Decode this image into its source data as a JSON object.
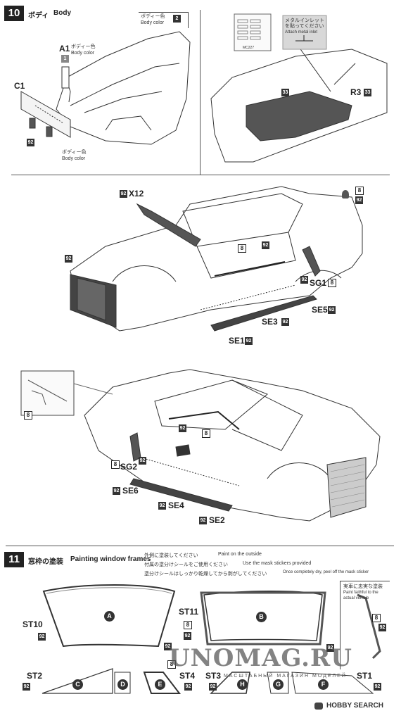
{
  "step10": {
    "number": "10",
    "title_jp": "ボディ",
    "title_en": "Body",
    "note_box": {
      "jp": "ボディー色",
      "en": "Body color",
      "badge": "2"
    },
    "a1": {
      "label": "A1",
      "jp": "ボディー色",
      "en": "Body color",
      "badge": "1"
    },
    "c1": "C1",
    "c1_badge": "92",
    "bottom_note": {
      "jp": "ボディー色",
      "en": "Body color"
    },
    "metal_inlet": {
      "jp_line1": "メタルインレット",
      "jp_line2": "を貼ってください",
      "en": "Attach metal inlet"
    },
    "inlet_sheet_code": "MC227",
    "r3": {
      "label": "R3",
      "badge": "33"
    },
    "floor_badge": "33",
    "x12": {
      "label": "X12",
      "badge": "92"
    },
    "mid": {
      "left_badge": "92",
      "roof_badges": [
        "8",
        "92"
      ],
      "top_right_badges": [
        "8",
        "92"
      ],
      "sg1": {
        "label": "SG1",
        "badges": [
          "92",
          "8"
        ]
      },
      "se5": {
        "label": "SE5",
        "badge": "92"
      },
      "se3": {
        "label": "SE3",
        "badge": "92"
      },
      "se1": {
        "label": "SE1",
        "badge": "92"
      }
    },
    "lower": {
      "inset_badge": "8",
      "door_badges": [
        "92",
        "8"
      ],
      "sg2": {
        "label": "SG2",
        "badges": [
          "8",
          "92"
        ]
      },
      "se6": {
        "label": "SE6",
        "badge": "92"
      },
      "se4": {
        "label": "SE4",
        "badge": "92"
      },
      "se2": {
        "label": "SE2",
        "badge": "92"
      }
    }
  },
  "step11": {
    "number": "11",
    "title_jp": "窓枠の塗装",
    "title_en": "Painting window frames",
    "notes": [
      {
        "jp": "外側に塗装してください",
        "en": "Paint on the outside"
      },
      {
        "jp": "付属の塗分けシールをご使用ください",
        "en": "Use the mask stickers provided"
      },
      {
        "jp": "塗分けシールはしっかり乾燥してから剥がしてください",
        "en": "Once completely dry, peel off the mask sticker"
      }
    ],
    "faithful": {
      "jp": "実車に忠実な塗装",
      "en": "Paint faithful to the actual vehicle"
    },
    "windows": {
      "A": "A",
      "B": "B",
      "C": "C",
      "D": "D",
      "E": "E",
      "F": "F",
      "G": "G",
      "H": "H"
    },
    "st10": {
      "label": "ST10",
      "badge": "92"
    },
    "st11": {
      "label": "ST11",
      "badges": [
        "8",
        "92"
      ]
    },
    "st2": {
      "label": "ST2",
      "badge": "92"
    },
    "st4": {
      "label": "ST4",
      "badge": "92"
    },
    "st3": {
      "label": "ST3",
      "badge": "92"
    },
    "st1": {
      "label": "ST1",
      "badge": "92"
    },
    "faithful_badges": [
      "8",
      "92"
    ],
    "a_badge": "92",
    "b_badge": "92",
    "mid_badge_8": "8"
  },
  "watermark": {
    "text": "UNOMAG.RU",
    "sub": "МАСШТАБНЫЙ МАГАЗИН МОДЕЛЕЙ"
  },
  "credit": "HOBBY SEARCH"
}
